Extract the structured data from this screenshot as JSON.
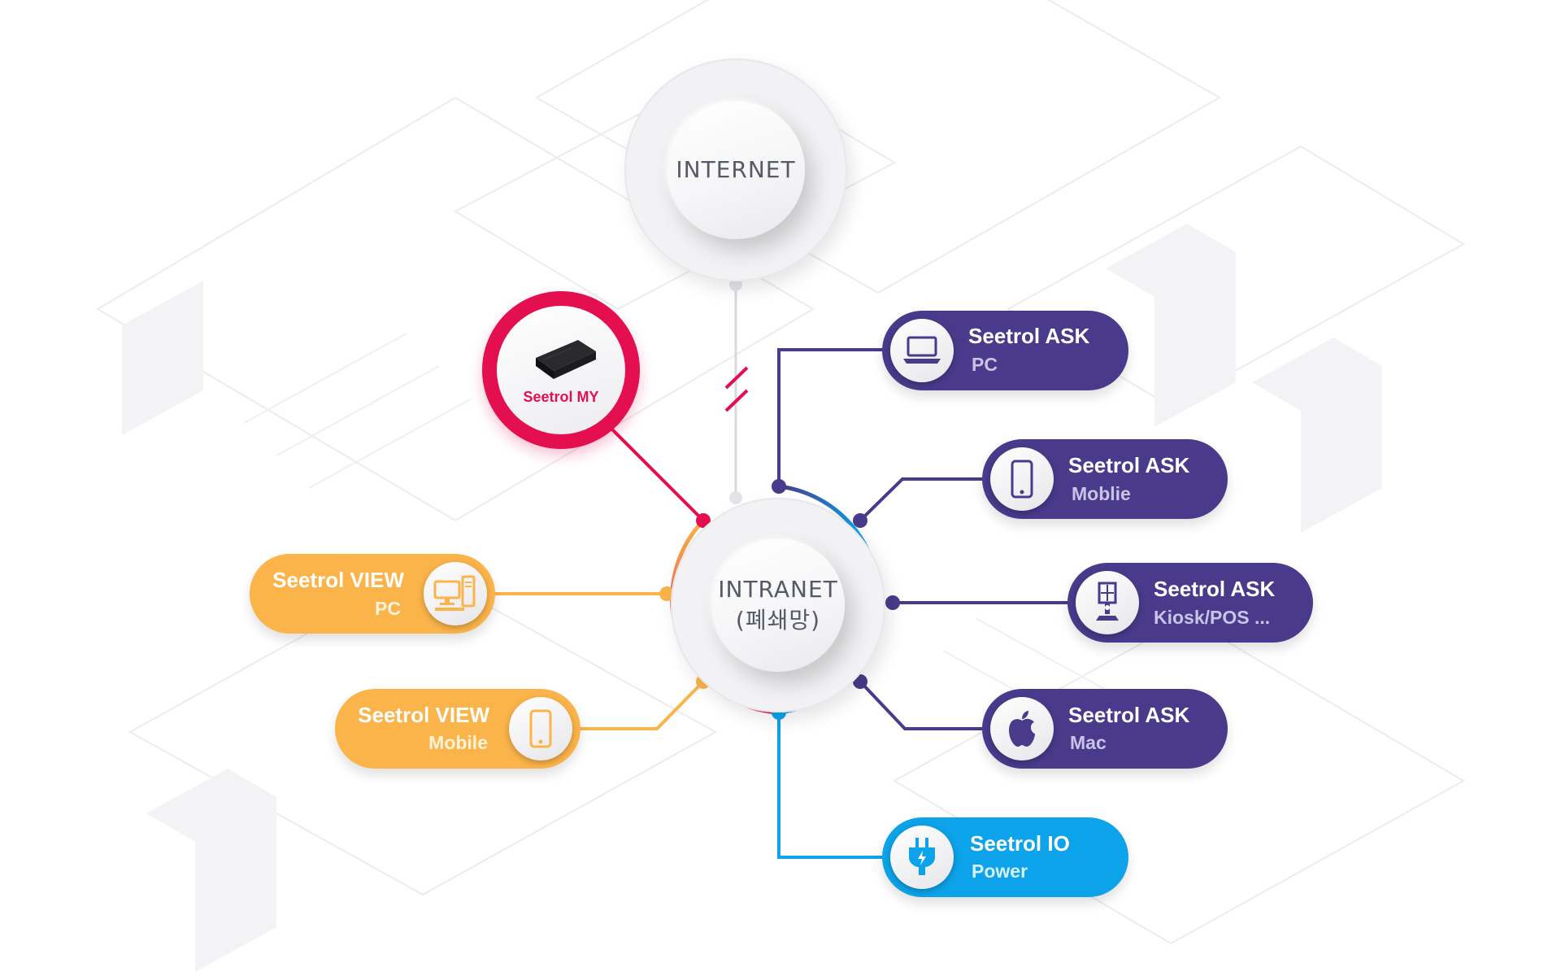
{
  "hubs": {
    "internet": "INTERNET",
    "intranet_line1": "INTRANET",
    "intranet_line2": "(폐쇄망)"
  },
  "seetrol_my": {
    "label": "Seetrol MY",
    "icon": "device-box-icon"
  },
  "nodes": {
    "ask_pc": {
      "title": "Seetrol ASK",
      "subtitle": "PC",
      "icon": "laptop-icon"
    },
    "ask_mobile": {
      "title": "Seetrol ASK",
      "subtitle": "Moblie",
      "icon": "smartphone-icon"
    },
    "ask_kiosk": {
      "title": "Seetrol ASK",
      "subtitle": "Kiosk/POS ...",
      "icon": "kiosk-icon"
    },
    "ask_mac": {
      "title": "Seetrol ASK",
      "subtitle": "Mac",
      "icon": "apple-icon"
    },
    "io_power": {
      "title": "Seetrol IO",
      "subtitle": "Power",
      "icon": "plug-icon"
    },
    "view_pc": {
      "title": "Seetrol VIEW",
      "subtitle": "PC",
      "icon": "desktop-pc-icon"
    },
    "view_mobile": {
      "title": "Seetrol VIEW",
      "subtitle": "Mobile",
      "icon": "smartphone-icon"
    }
  },
  "colors": {
    "purple": "#4a3a8c",
    "orange": "#fbb449",
    "blue": "#0ca3ea",
    "red": "#e30f4e",
    "hub_text": "#555a66"
  }
}
